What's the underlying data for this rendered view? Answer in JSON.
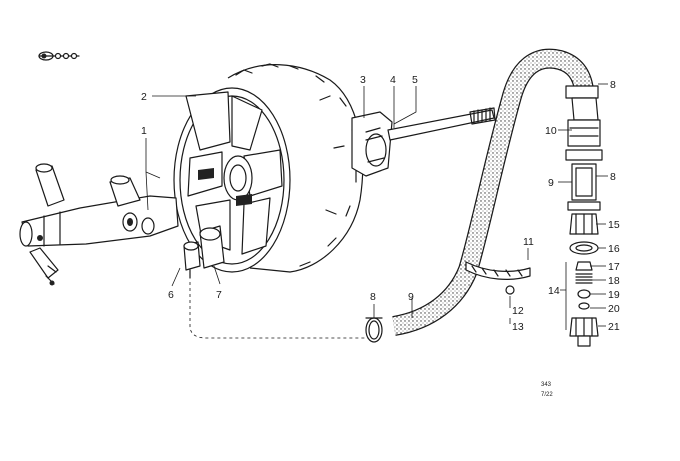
{
  "part_numbers": [
    "1",
    "2",
    "3",
    "4",
    "5",
    "6",
    "7",
    "8",
    "8",
    "8",
    "9",
    "9",
    "10",
    "11",
    "12",
    "13",
    "14",
    "15",
    "16",
    "17",
    "18",
    "19",
    "20",
    "21"
  ],
  "drawing_code": {
    "line1": "343",
    "line2": "7/22"
  },
  "icons": {
    "vehicle": "car-silhouette-icon"
  }
}
